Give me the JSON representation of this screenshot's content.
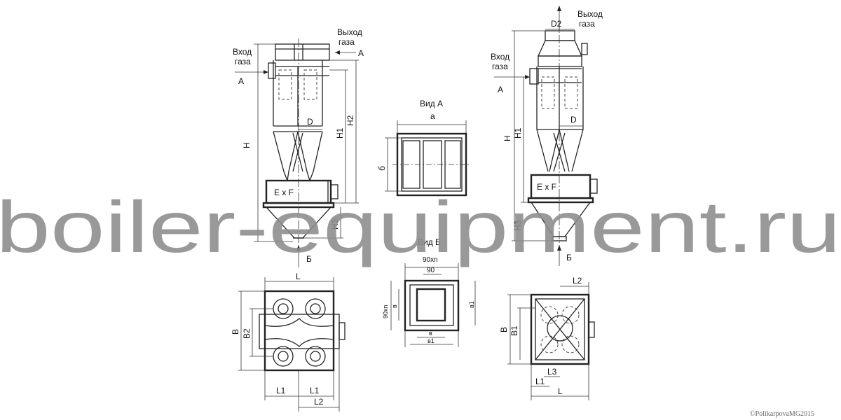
{
  "left_view": {
    "inlet_label_1": "Вход",
    "inlet_label_2": "газа",
    "outlet_label_1": "Выход",
    "outlet_label_2": "газа",
    "arrow_a_left": "А",
    "arrow_a_right": "А",
    "dim_H": "H",
    "dim_H1": "H1",
    "dim_H2": "H2",
    "dim_H3": "H3",
    "dim_D": "D",
    "box_label": "E x F",
    "arrow_b": "Б"
  },
  "right_view": {
    "inlet_label_1": "Вход",
    "inlet_label_2": "газа",
    "outlet_label_1": "Выход",
    "outlet_label_2": "газа",
    "arrow_a": "А",
    "dim_D2": "D2",
    "dim_H": "H",
    "dim_H1": "H1",
    "dim_H3": "H3",
    "dim_D": "D",
    "box_label": "E x F",
    "arrow_b": "Б"
  },
  "view_a": {
    "title": "Вид А",
    "dim_a": "a",
    "dim_b": "б"
  },
  "view_b": {
    "title": "Вид Б",
    "dim_90xn": "90хn",
    "dim_90": "90",
    "dim_90xn_side": "90хn",
    "dim_v": "в",
    "dim_v1": "в1",
    "dim_v_bottom": "в",
    "dim_v1_bottom": "в1"
  },
  "plan_left": {
    "dim_L": "L",
    "dim_B": "B",
    "dim_B2": "B2",
    "dim_L1_a": "L1",
    "dim_L1_b": "L1",
    "dim_L2": "L2"
  },
  "plan_right": {
    "dim_L2": "L2",
    "dim_B": "B",
    "dim_B1": "B1",
    "dim_L3": "L3",
    "dim_L1": "L1",
    "dim_L": "L"
  },
  "watermark": "boiler-equipment.ru",
  "copyright": "©PolikarpovaMG2015"
}
